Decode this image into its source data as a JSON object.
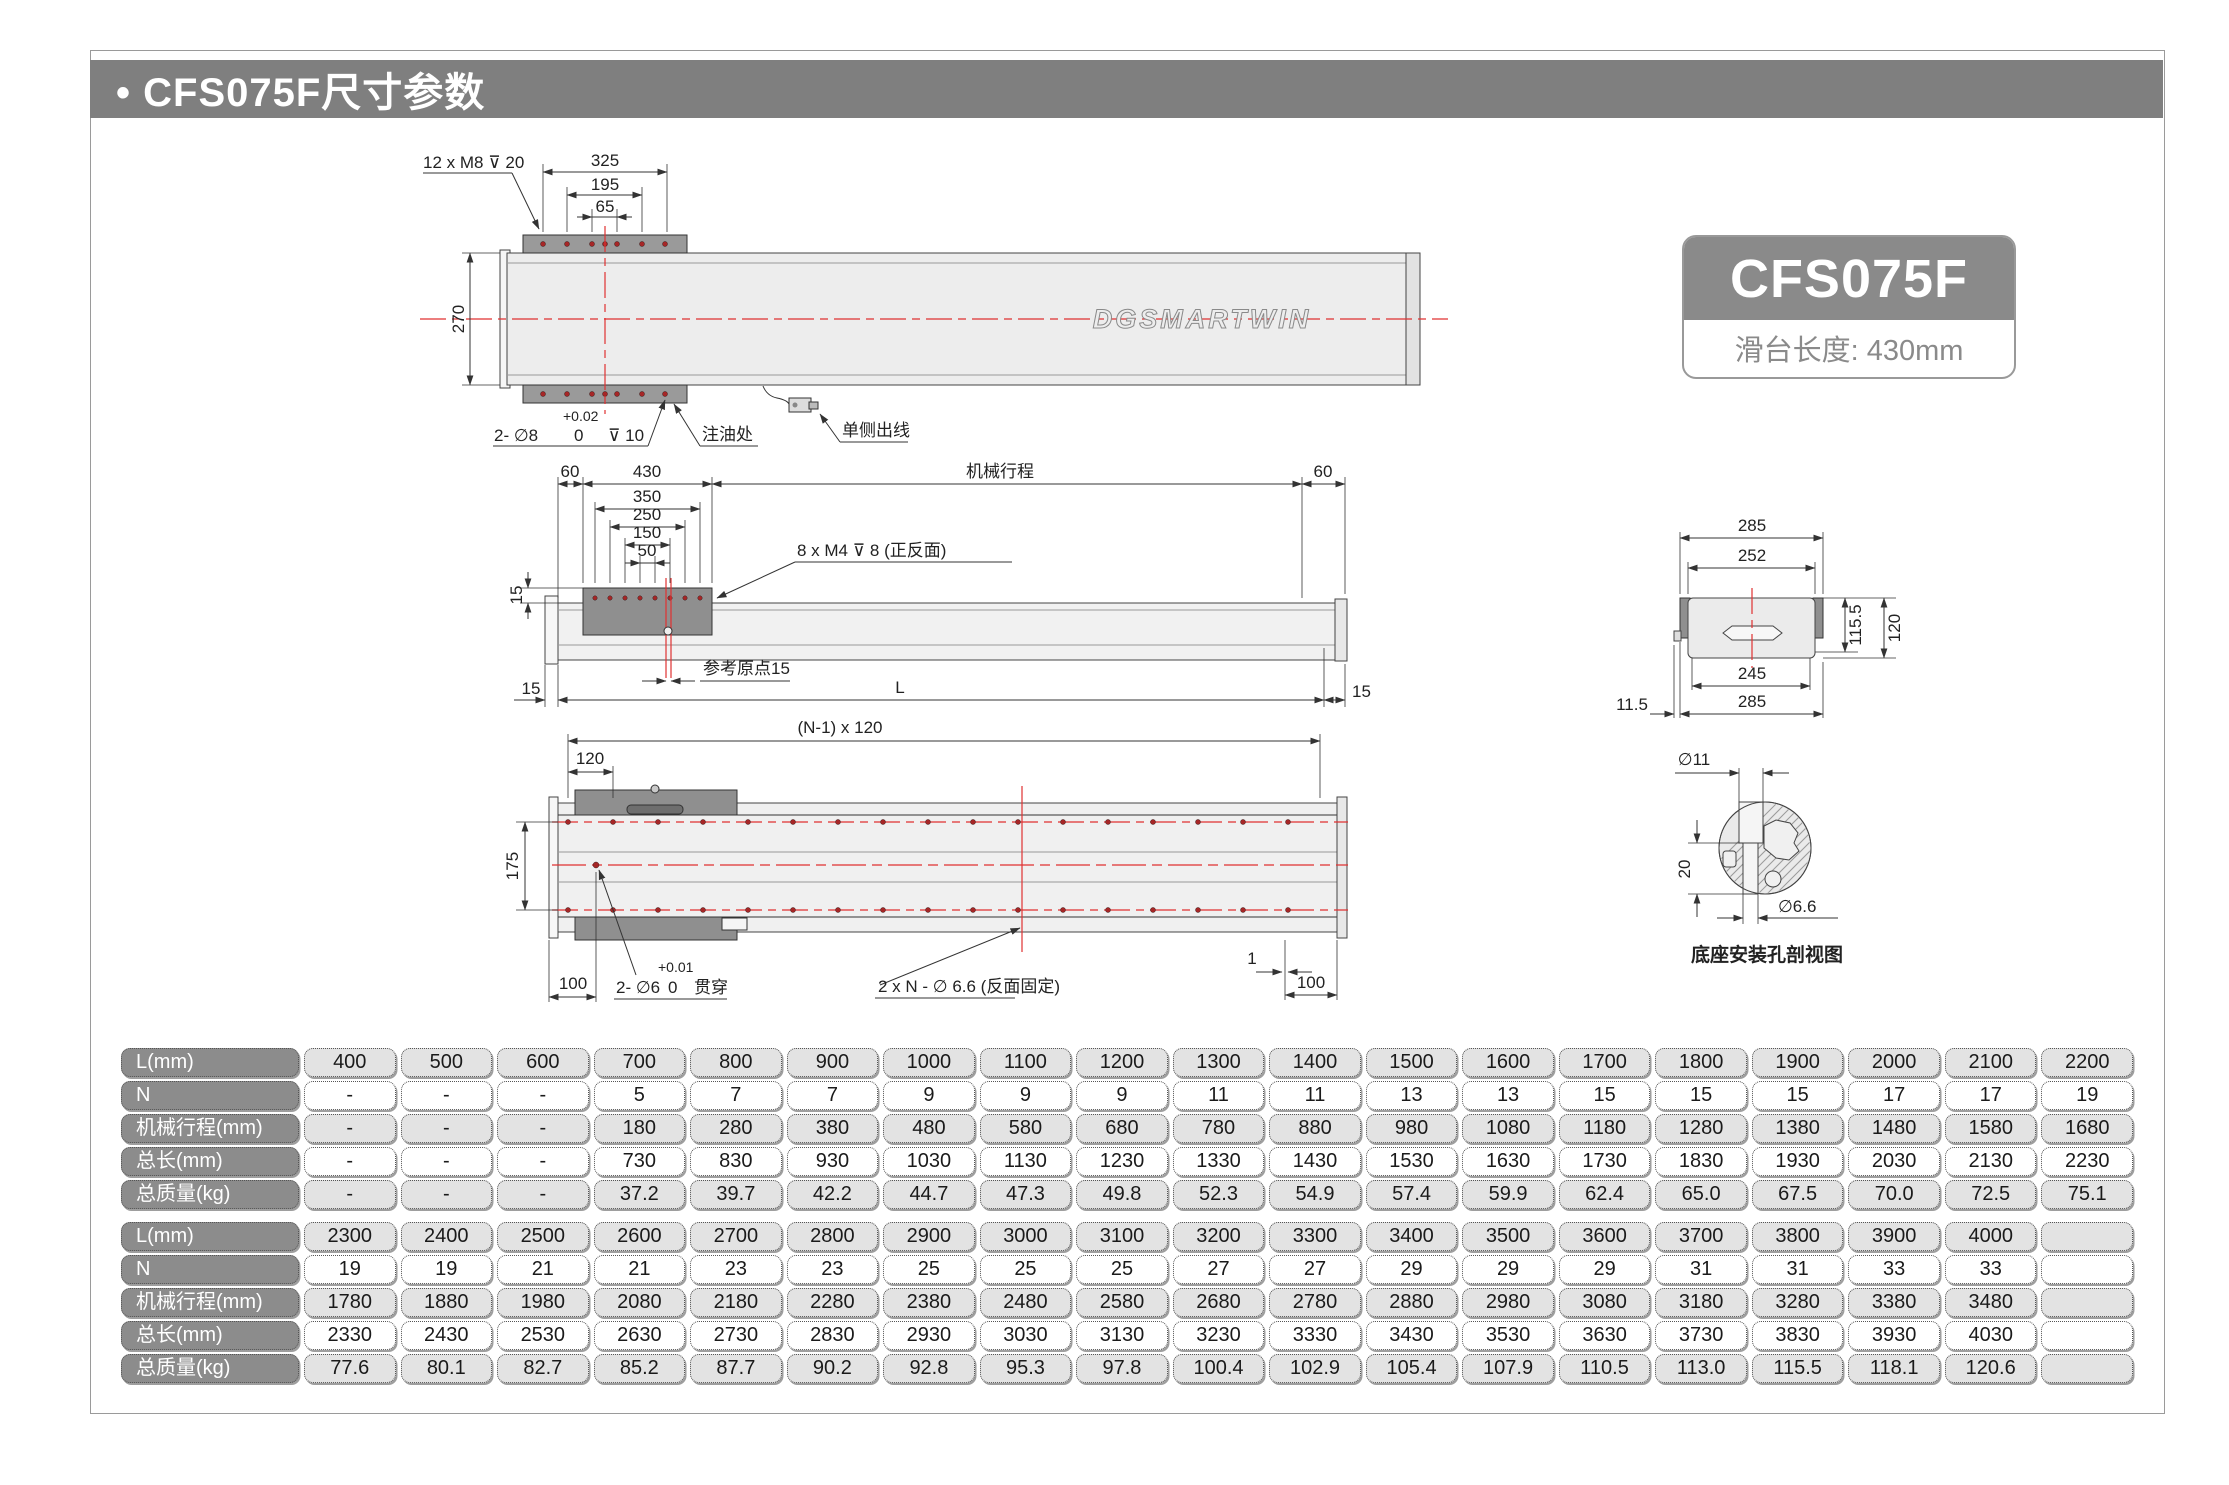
{
  "title": {
    "text": "• CFS075F尺寸参数"
  },
  "badge": {
    "model": "CFS075F",
    "slider_length": "滑台长度: 430mm"
  },
  "colors": {
    "accent_red": "#e03131",
    "title_bar_gray": "#7f7f7f",
    "slider_gray": "#8f8f8f"
  },
  "top_view": {
    "thread_note": "12 x M8  ⊽ 20",
    "dim_325": "325",
    "dim_195": "195",
    "dim_65": "65",
    "dim_270": "270",
    "pin_note": "2- ∅8",
    "pin_tol_upper": "+0.02",
    "pin_tol_lower": "0",
    "pin_depth": "⊽ 10",
    "grease_label": "注油处",
    "cable_label": "单侧出线",
    "logo": "DGSMARTWIN"
  },
  "side_view": {
    "dim_60_left": "60",
    "dim_430": "430",
    "stroke_label": "机械行程",
    "dim_60_right": "60",
    "dim_350": "350",
    "dim_250": "250",
    "dim_150": "150",
    "dim_50": "50",
    "dim_15_side": "15",
    "thread_note": "8 x M4  ⊽ 8 (正反面)",
    "origin_label": "参考原点15",
    "dim_L": "L",
    "dim_15_bottom_left": "15",
    "dim_15_bottom_right": "15"
  },
  "section_view": {
    "dim_285_top": "285",
    "dim_252": "252",
    "dim_115_5": "115.5",
    "dim_120": "120",
    "dim_245": "245",
    "dim_285_bottom": "285",
    "dim_11_5": "11.5"
  },
  "hole_detail": {
    "dim_d11": "∅11",
    "dim_20": "20",
    "dim_d6_6": "∅6.6",
    "caption": "底座安装孔剖视图"
  },
  "bottom_view": {
    "dim_pitch": "(N-1) x 120",
    "dim_120": "120",
    "dim_175": "175",
    "dim_100_left": "100",
    "hole_note": "2- ∅6",
    "hole_tol_upper": "+0.01",
    "hole_tol_lower": "0",
    "hole_through": "贯穿",
    "fix_note": "2 x N - ∅ 6.6 (反面固定)",
    "dim_1": "1",
    "dim_100_right": "100"
  },
  "tables": [
    {
      "rows": [
        {
          "label": "L(mm)",
          "values": [
            "400",
            "500",
            "600",
            "700",
            "800",
            "900",
            "1000",
            "1100",
            "1200",
            "1300",
            "1400",
            "1500",
            "1600",
            "1700",
            "1800",
            "1900",
            "2000",
            "2100",
            "2200"
          ]
        },
        {
          "label": "N",
          "values": [
            "-",
            "-",
            "-",
            "5",
            "7",
            "7",
            "9",
            "9",
            "9",
            "11",
            "11",
            "13",
            "13",
            "15",
            "15",
            "15",
            "17",
            "17",
            "19"
          ]
        },
        {
          "label": "机械行程(mm)",
          "values": [
            "-",
            "-",
            "-",
            "180",
            "280",
            "380",
            "480",
            "580",
            "680",
            "780",
            "880",
            "980",
            "1080",
            "1180",
            "1280",
            "1380",
            "1480",
            "1580",
            "1680"
          ]
        },
        {
          "label": "总长(mm)",
          "values": [
            "-",
            "-",
            "-",
            "730",
            "830",
            "930",
            "1030",
            "1130",
            "1230",
            "1330",
            "1430",
            "1530",
            "1630",
            "1730",
            "1830",
            "1930",
            "2030",
            "2130",
            "2230"
          ]
        },
        {
          "label": "总质量(kg)",
          "values": [
            "-",
            "-",
            "-",
            "37.2",
            "39.7",
            "42.2",
            "44.7",
            "47.3",
            "49.8",
            "52.3",
            "54.9",
            "57.4",
            "59.9",
            "62.4",
            "65.0",
            "67.5",
            "70.0",
            "72.5",
            "75.1"
          ]
        }
      ]
    },
    {
      "rows": [
        {
          "label": "L(mm)",
          "values": [
            "2300",
            "2400",
            "2500",
            "2600",
            "2700",
            "2800",
            "2900",
            "3000",
            "3100",
            "3200",
            "3300",
            "3400",
            "3500",
            "3600",
            "3700",
            "3800",
            "3900",
            "4000",
            ""
          ]
        },
        {
          "label": "N",
          "values": [
            "19",
            "19",
            "21",
            "21",
            "23",
            "23",
            "25",
            "25",
            "25",
            "27",
            "27",
            "29",
            "29",
            "29",
            "31",
            "31",
            "33",
            "33",
            ""
          ]
        },
        {
          "label": "机械行程(mm)",
          "values": [
            "1780",
            "1880",
            "1980",
            "2080",
            "2180",
            "2280",
            "2380",
            "2480",
            "2580",
            "2680",
            "2780",
            "2880",
            "2980",
            "3080",
            "3180",
            "3280",
            "3380",
            "3480",
            ""
          ]
        },
        {
          "label": "总长(mm)",
          "values": [
            "2330",
            "2430",
            "2530",
            "2630",
            "2730",
            "2830",
            "2930",
            "3030",
            "3130",
            "3230",
            "3330",
            "3430",
            "3530",
            "3630",
            "3730",
            "3830",
            "3930",
            "4030",
            ""
          ]
        },
        {
          "label": "总质量(kg)",
          "values": [
            "77.6",
            "80.1",
            "82.7",
            "85.2",
            "87.7",
            "90.2",
            "92.8",
            "95.3",
            "97.8",
            "100.4",
            "102.9",
            "105.4",
            "107.9",
            "110.5",
            "113.0",
            "115.5",
            "118.1",
            "120.6",
            ""
          ]
        }
      ]
    }
  ]
}
